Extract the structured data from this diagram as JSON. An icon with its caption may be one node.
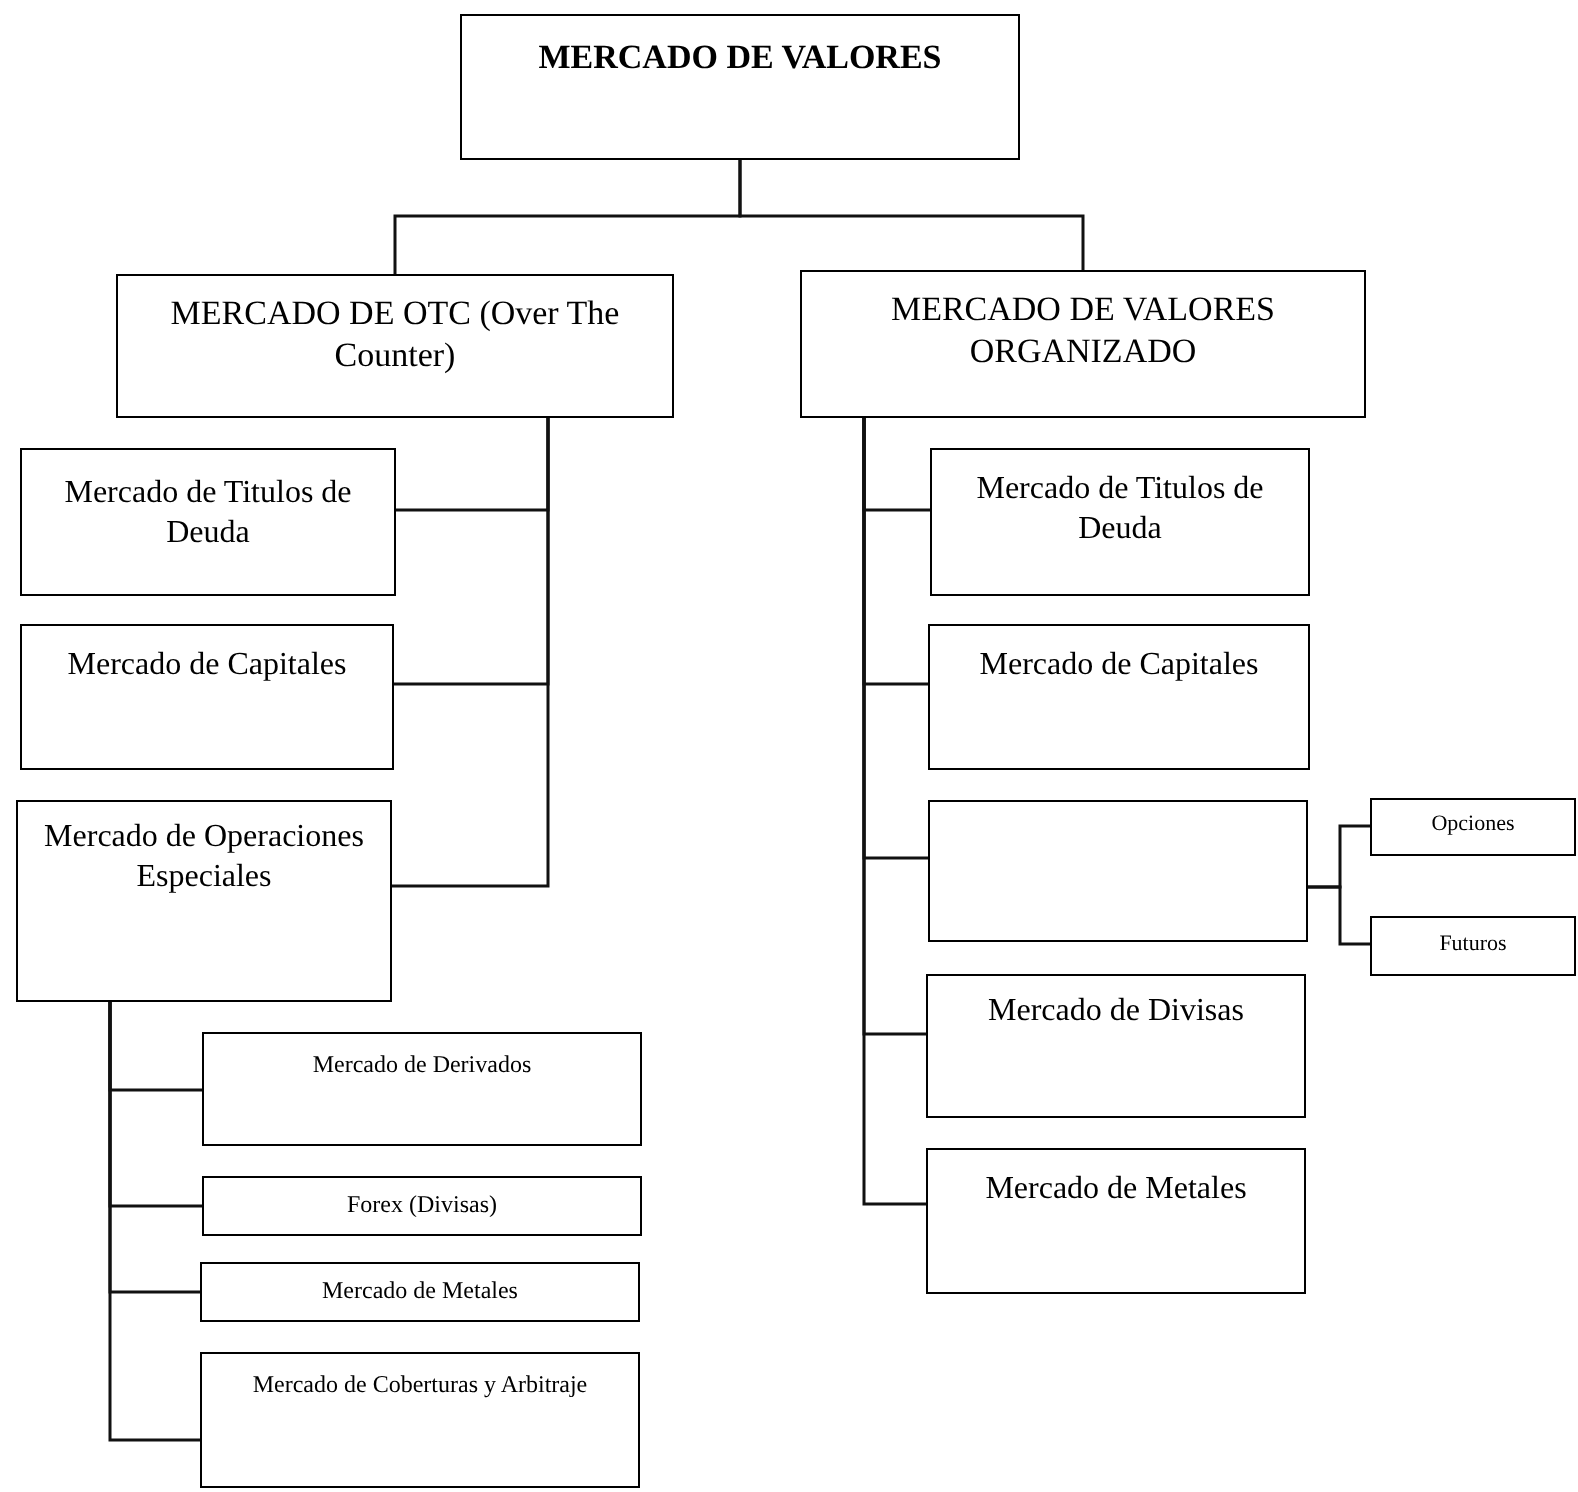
{
  "diagram": {
    "nodes": [
      {
        "text": [
          "MERCADO DE VALORES"
        ]
      },
      {
        "text": [
          "MERCADO DE OTC (Over The Counter)"
        ]
      },
      {
        "text": [
          "MERCADO DE VALORES ORGANIZADO"
        ]
      },
      {
        "text": [
          "Mercado de Titulos de Deuda"
        ]
      },
      {
        "text": [
          "Mercado de Capitales"
        ]
      },
      {
        "text": [
          "Mercado de Operaciones Especiales"
        ]
      },
      {
        "text": [
          "Mercado de Derivados"
        ]
      },
      {
        "text": [
          "Forex (Divisas)"
        ]
      },
      {
        "text": [
          "Mercado de Metales"
        ]
      },
      {
        "text": [
          "Mercado de Coberturas y Arbitraje"
        ]
      },
      {
        "text": [
          "Mercado de Titulos de Deuda"
        ]
      },
      {
        "text": [
          "Mercado de Capitales"
        ]
      },
      {
        "text": [],
        "shape": "box"
      },
      {
        "text": [
          "Opciones"
        ]
      },
      {
        "text": [
          "Futuros"
        ]
      },
      {
        "text": [
          "Mercado de Divisas"
        ]
      },
      {
        "text": [
          "Mercado de Metales"
        ]
      }
    ],
    "edges": [
      {
        "from": 0,
        "to": 1,
        "arrow": "none"
      },
      {
        "from": 0,
        "to": 2,
        "arrow": "none"
      },
      {
        "from": 1,
        "to": 3,
        "arrow": "none"
      },
      {
        "from": 1,
        "to": 4,
        "arrow": "none"
      },
      {
        "from": 1,
        "to": 5,
        "arrow": "none"
      },
      {
        "from": 2,
        "to": 10,
        "arrow": "none"
      },
      {
        "from": 2,
        "to": 11,
        "arrow": "none"
      },
      {
        "from": 2,
        "to": 12,
        "arrow": "none"
      },
      {
        "from": 2,
        "to": 15,
        "arrow": "none"
      },
      {
        "from": 2,
        "to": 16,
        "arrow": "none"
      },
      {
        "from": 5,
        "to": 6,
        "arrow": "none"
      },
      {
        "from": 5,
        "to": 7,
        "arrow": "none"
      },
      {
        "from": 5,
        "to": 8,
        "arrow": "none"
      },
      {
        "from": 5,
        "to": 9,
        "arrow": "none"
      },
      {
        "from": 12,
        "to": 13,
        "arrow": "none"
      },
      {
        "from": 12,
        "to": 14,
        "arrow": "none"
      }
    ]
  }
}
